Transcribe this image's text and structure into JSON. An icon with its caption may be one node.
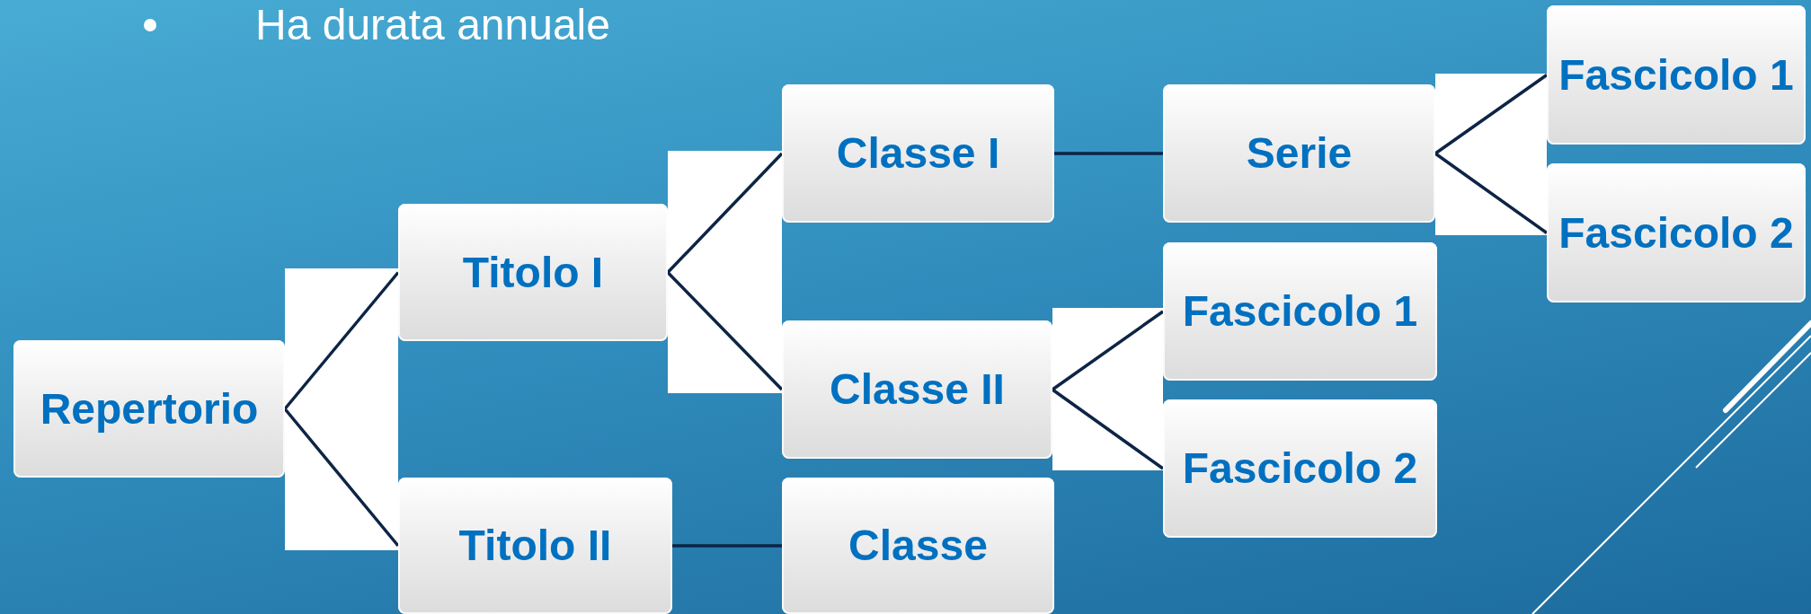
{
  "diagram": {
    "nodes": [
      {
        "text": [
          "Repertorio"
        ]
      },
      {
        "text": [
          "Titolo I"
        ]
      },
      {
        "text": [
          "Titolo II"
        ]
      },
      {
        "text": [
          "Classe I"
        ]
      },
      {
        "text": [
          "Classe II"
        ]
      },
      {
        "text": [
          "Classe"
        ]
      },
      {
        "text": [
          "Serie"
        ]
      },
      {
        "text": [
          "Fascicolo 1"
        ]
      },
      {
        "text": [
          "Fascicolo 2"
        ]
      },
      {
        "text": [
          "Fascicolo 1"
        ]
      },
      {
        "text": [
          "Fascicolo 2"
        ]
      }
    ],
    "edges": [
      {
        "from": 0,
        "to": 1,
        "arrow": "none"
      },
      {
        "from": 0,
        "to": 2,
        "arrow": "none"
      },
      {
        "from": 1,
        "to": 3,
        "arrow": "none"
      },
      {
        "from": 1,
        "to": 4,
        "arrow": "none"
      },
      {
        "from": 2,
        "to": 5,
        "arrow": "none"
      },
      {
        "from": 3,
        "to": 6,
        "arrow": "none"
      },
      {
        "from": 4,
        "to": 7,
        "arrow": "none"
      },
      {
        "from": 4,
        "to": 8,
        "arrow": "none"
      },
      {
        "from": 6,
        "to": 9,
        "arrow": "none"
      },
      {
        "from": 6,
        "to": 10,
        "arrow": "none"
      }
    ],
    "labels": [
      "Ha durata annuale"
    ]
  }
}
